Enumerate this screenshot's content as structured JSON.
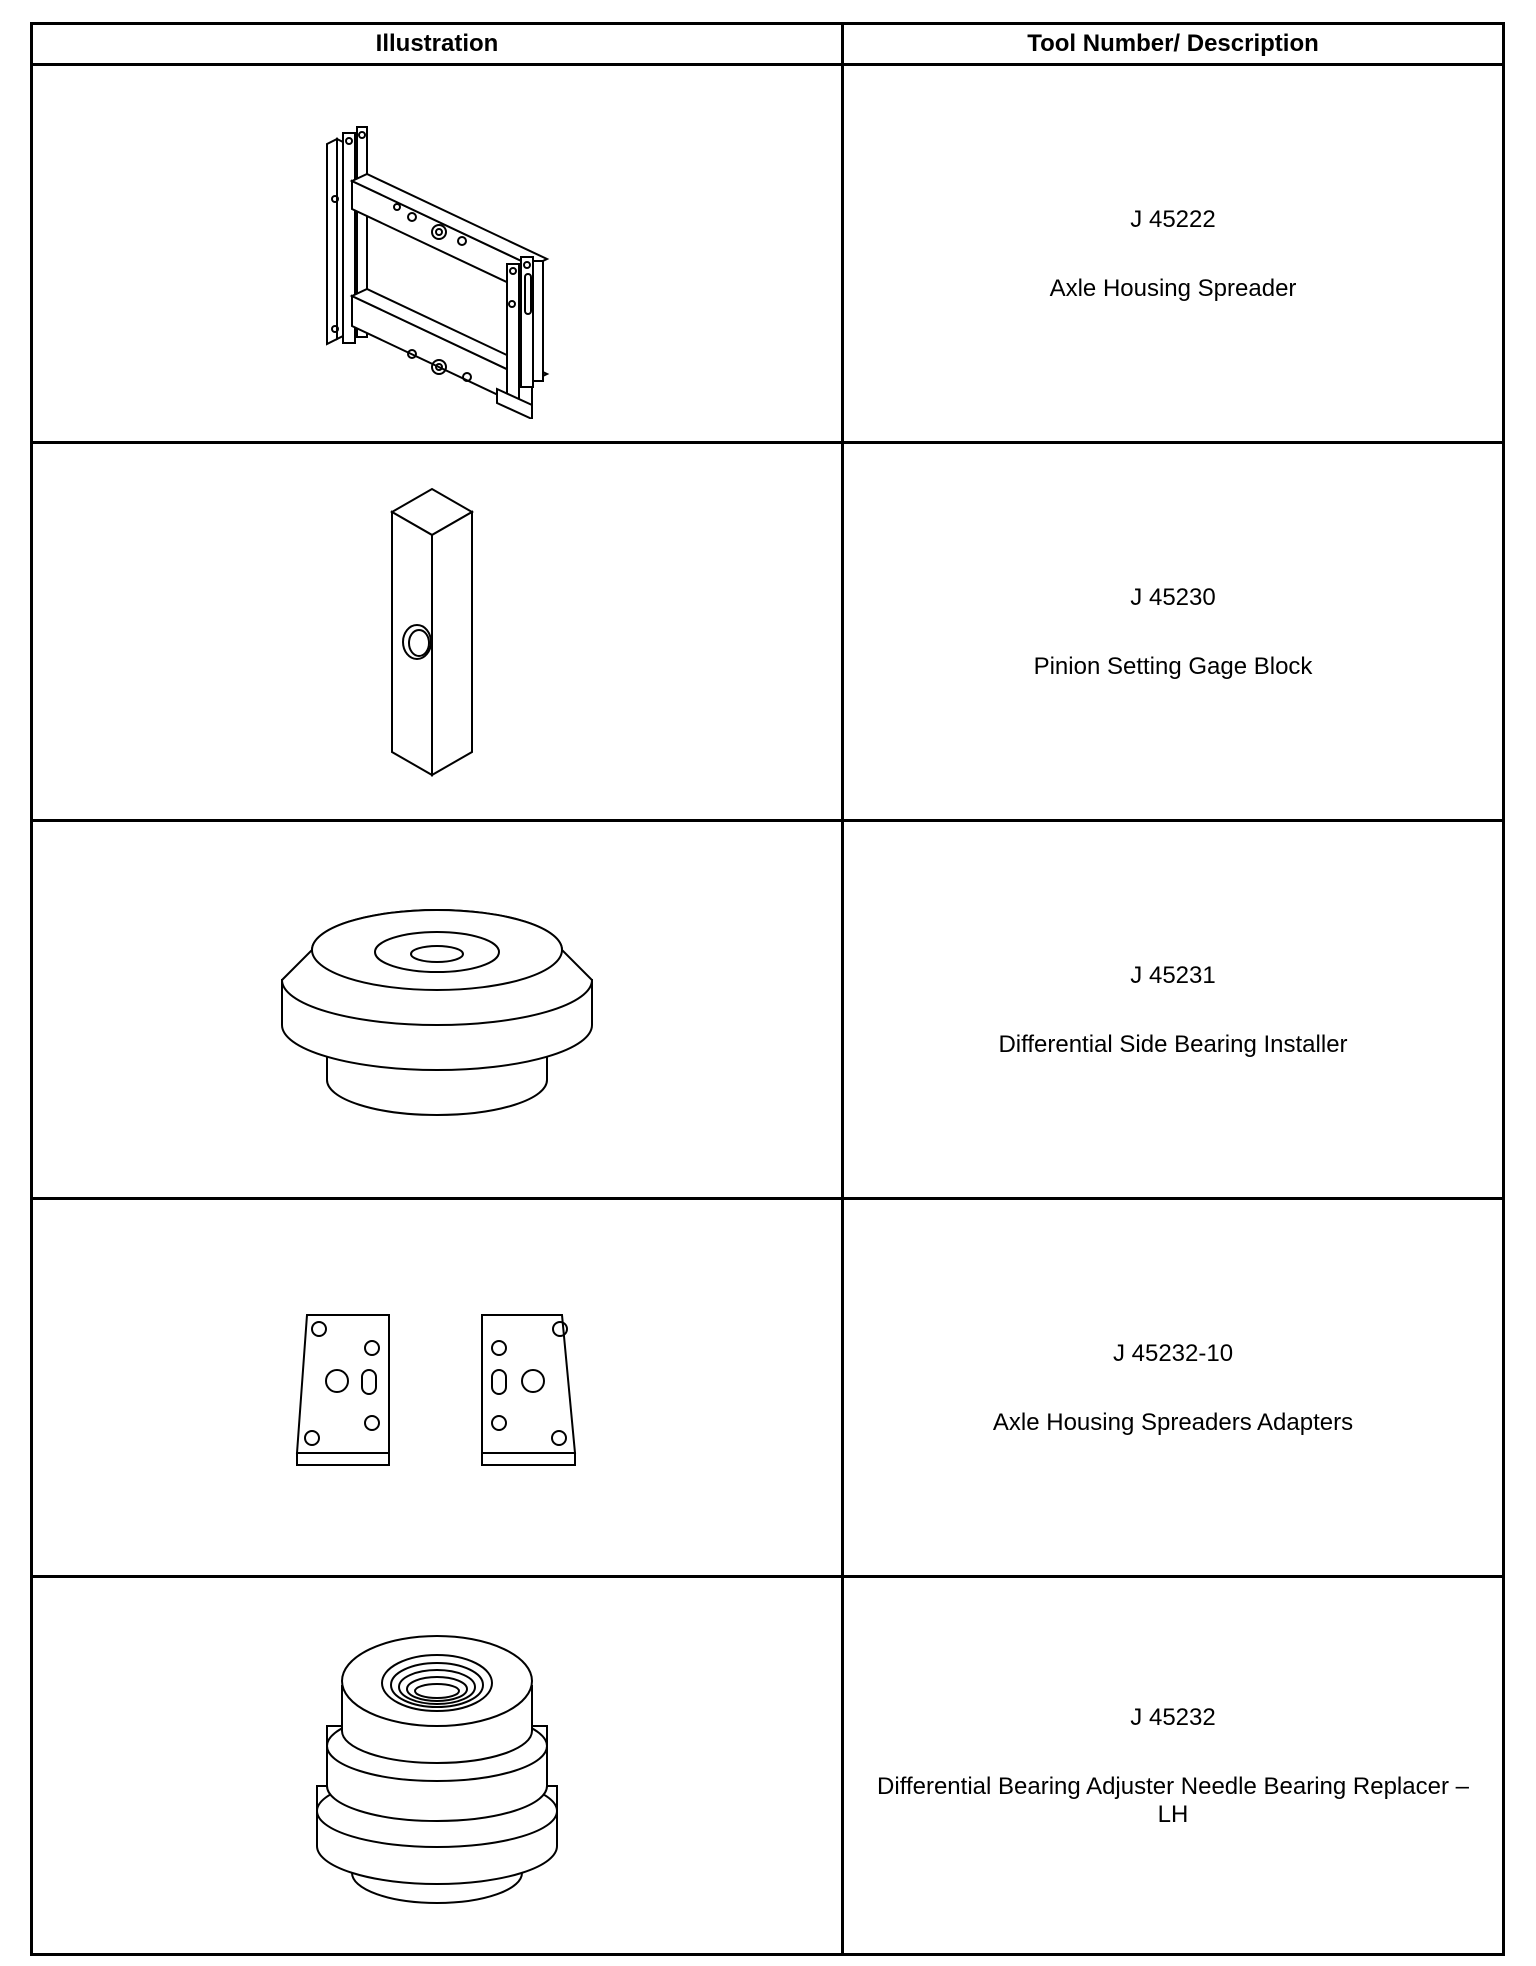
{
  "table": {
    "headers": {
      "illustration": "Illustration",
      "description": "Tool Number/ Description"
    },
    "rows": [
      {
        "tool_number": "J 45222",
        "description": "Axle Housing Spreader",
        "illustration_icon": "axle-housing-spreader-icon"
      },
      {
        "tool_number": "J 45230",
        "description": "Pinion Setting Gage Block",
        "illustration_icon": "gage-block-icon"
      },
      {
        "tool_number": "J 45231",
        "description": "Differential Side Bearing Installer",
        "illustration_icon": "bearing-installer-icon"
      },
      {
        "tool_number": "J 45232-10",
        "description": "Axle Housing Spreaders Adapters",
        "illustration_icon": "spreader-adapters-icon"
      },
      {
        "tool_number": "J 45232",
        "description": "Differential Bearing Adjuster Needle Bearing Replacer – LH",
        "illustration_icon": "needle-bearing-replacer-icon"
      }
    ]
  }
}
